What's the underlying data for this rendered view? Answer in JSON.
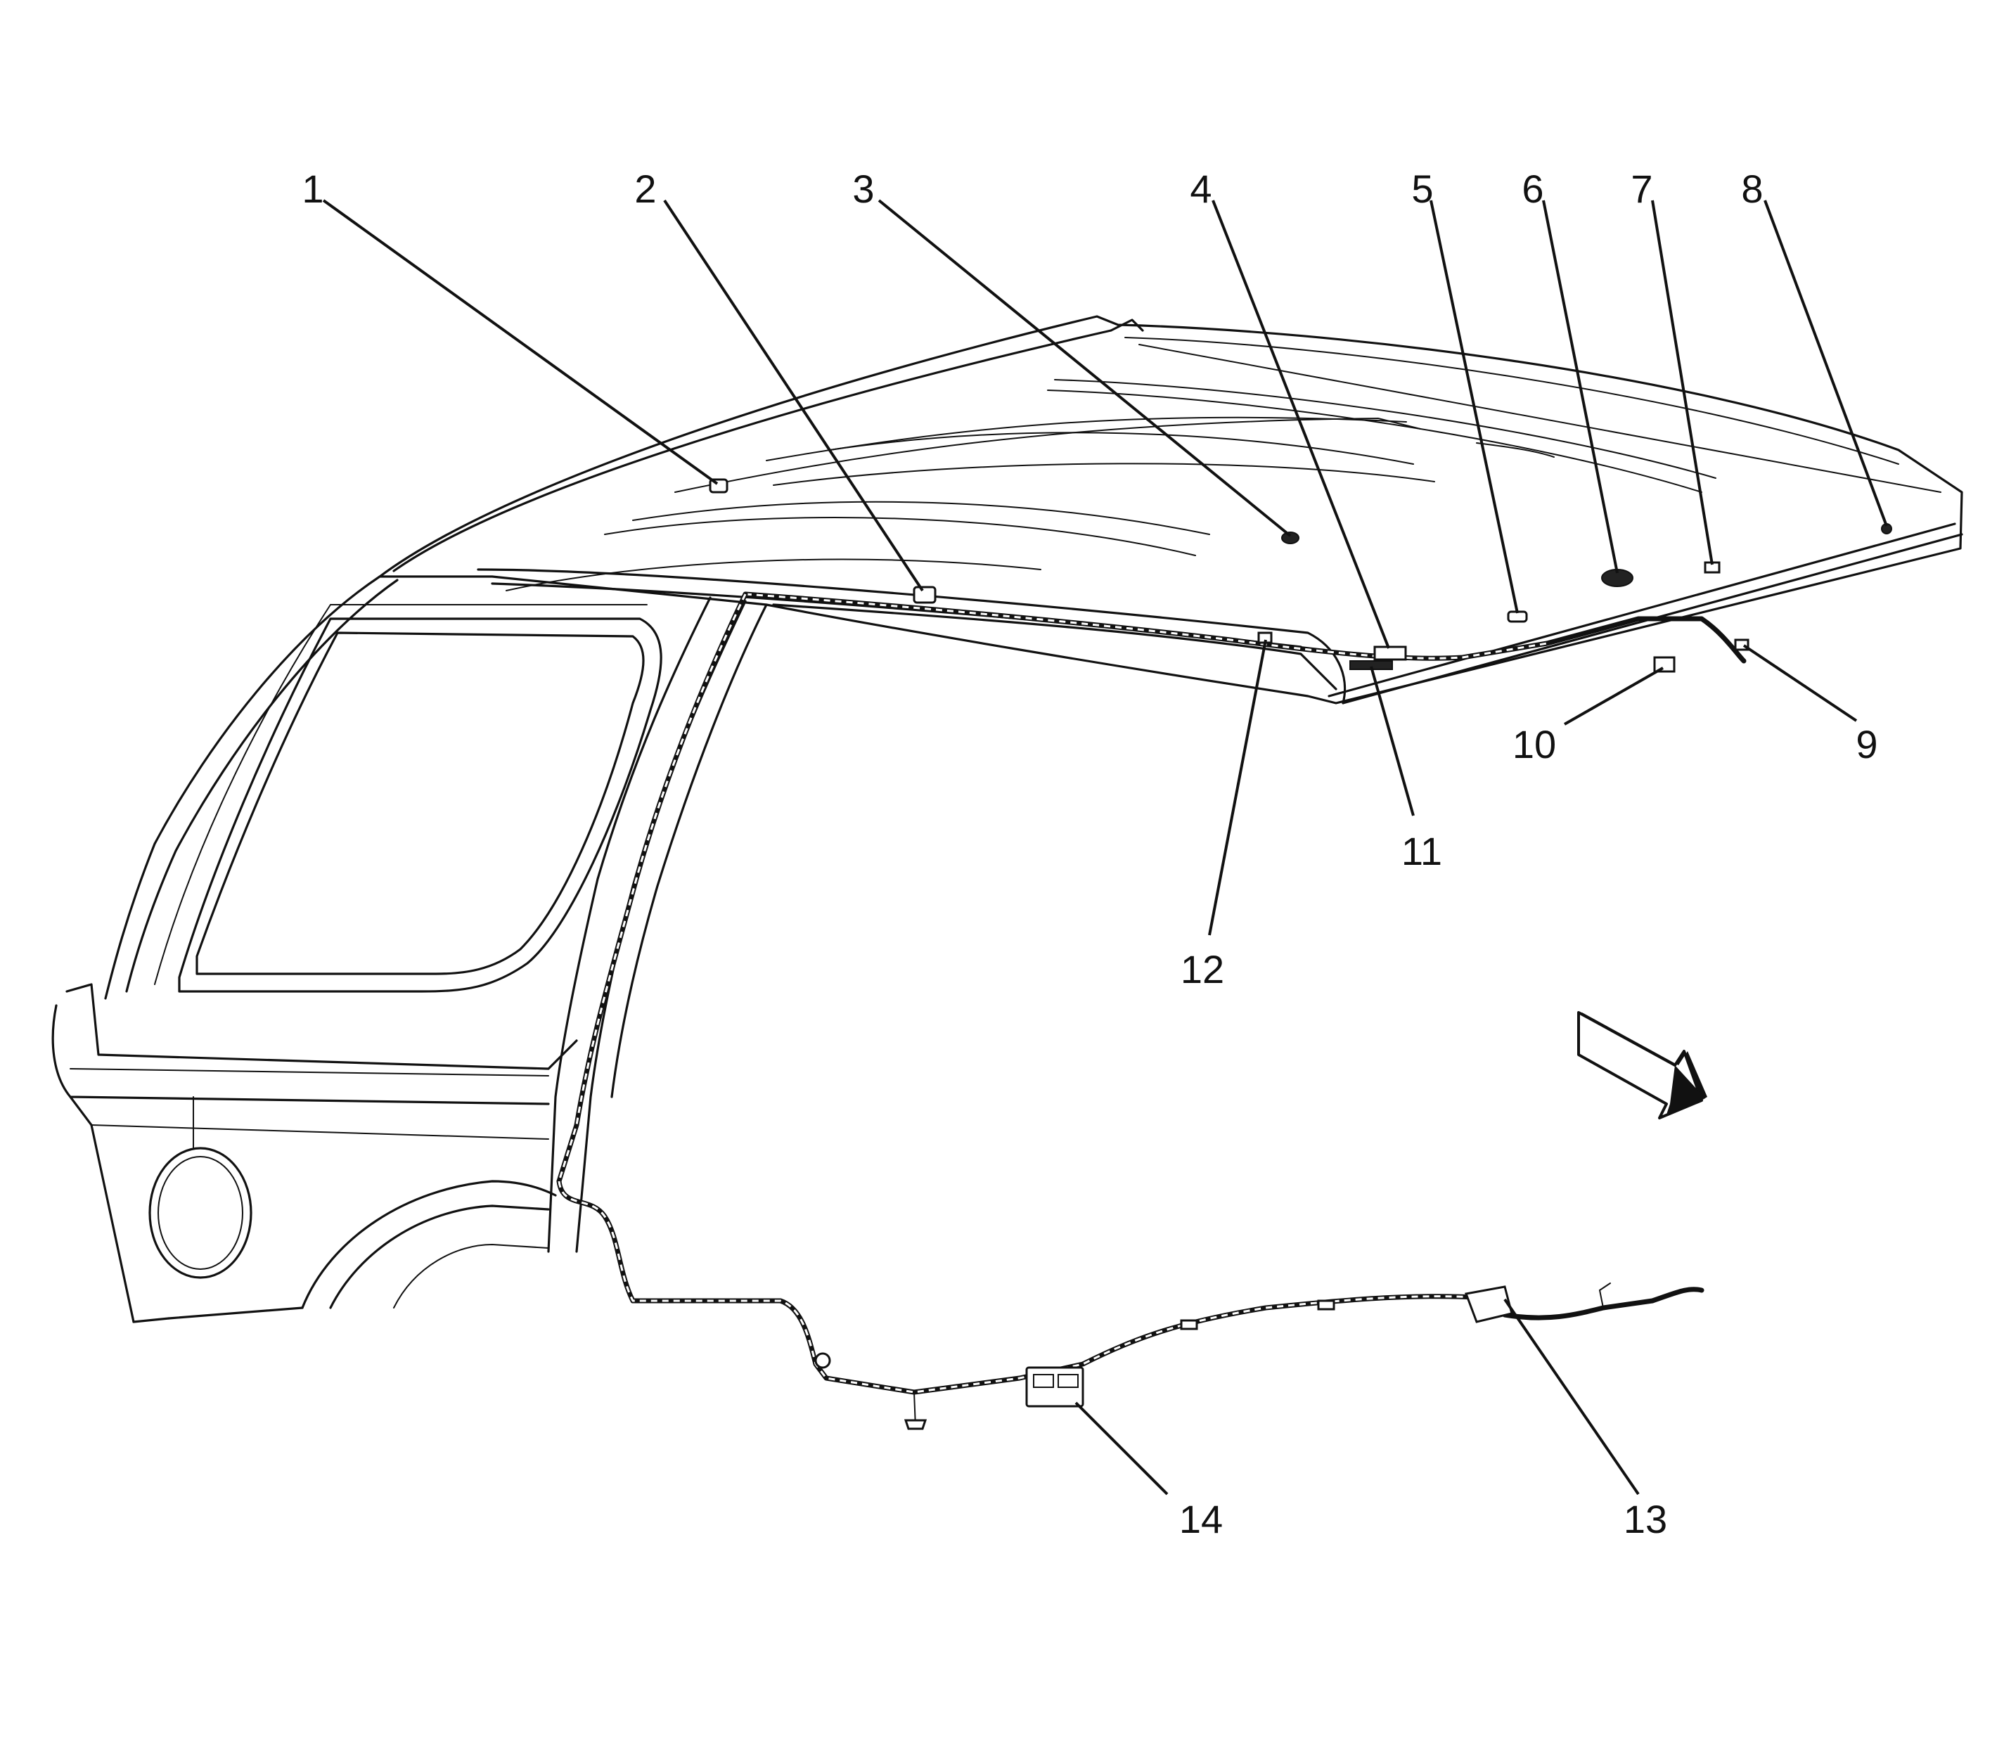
{
  "callouts": [
    {
      "label": "1"
    },
    {
      "label": "2"
    },
    {
      "label": "3"
    },
    {
      "label": "4"
    },
    {
      "label": "5"
    },
    {
      "label": "6"
    },
    {
      "label": "7"
    },
    {
      "label": "8"
    },
    {
      "label": "9"
    },
    {
      "label": "10"
    },
    {
      "label": "11"
    },
    {
      "label": "12"
    },
    {
      "label": "13"
    },
    {
      "label": "14"
    }
  ],
  "colors": {
    "line": "#111111",
    "background": "#ffffff"
  },
  "icons": {
    "direction_arrow": "forward-arrow-icon"
  }
}
